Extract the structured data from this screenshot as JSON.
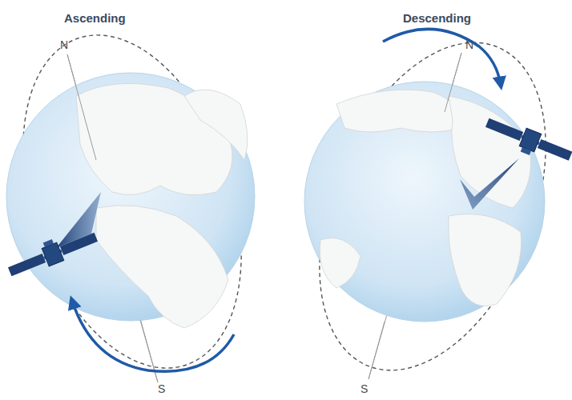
{
  "diagram": {
    "labels": [
      "Ascending",
      "N",
      "S",
      "Descending",
      "N",
      "S"
    ]
  }
}
